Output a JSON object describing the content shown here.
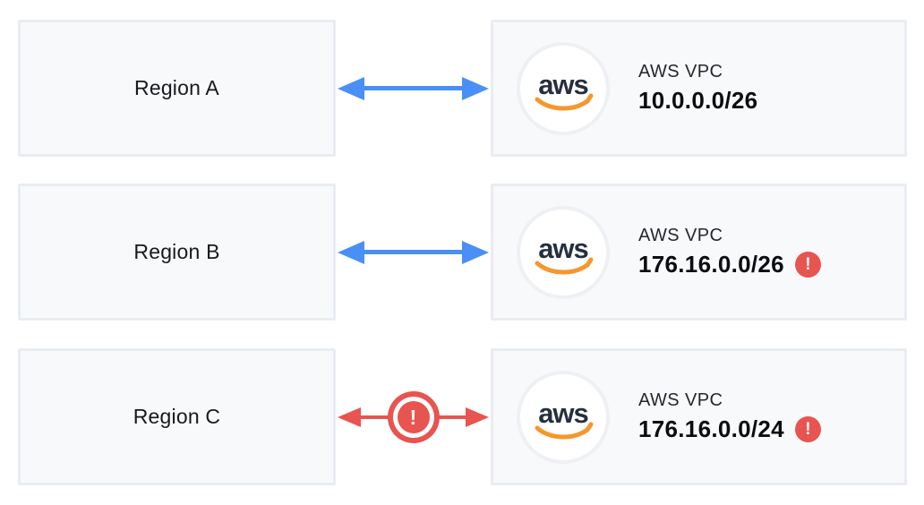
{
  "diagram_title": "vpc-peering-cidr-overlap-diagram",
  "colors": {
    "link_ok": "#4a8ff5",
    "link_error": "#e8544f",
    "warning_badge": "#e8544f",
    "box_fill": "#f8f9fb",
    "box_border": "#e9edf2",
    "aws_navy": "#252f3e",
    "aws_orange": "#f5972d"
  },
  "aws_logo_text": "aws",
  "warning_glyph": "!",
  "rows": [
    {
      "region": "Region A",
      "provider": "AWS VPC",
      "cidr": "10.0.0.0/26",
      "link_status": "ok",
      "cidr_warning": false
    },
    {
      "region": "Region B",
      "provider": "AWS VPC",
      "cidr": "176.16.0.0/26",
      "link_status": "ok",
      "cidr_warning": true
    },
    {
      "region": "Region C",
      "provider": "AWS VPC",
      "cidr": "176.16.0.0/24",
      "link_status": "error",
      "cidr_warning": true
    }
  ]
}
